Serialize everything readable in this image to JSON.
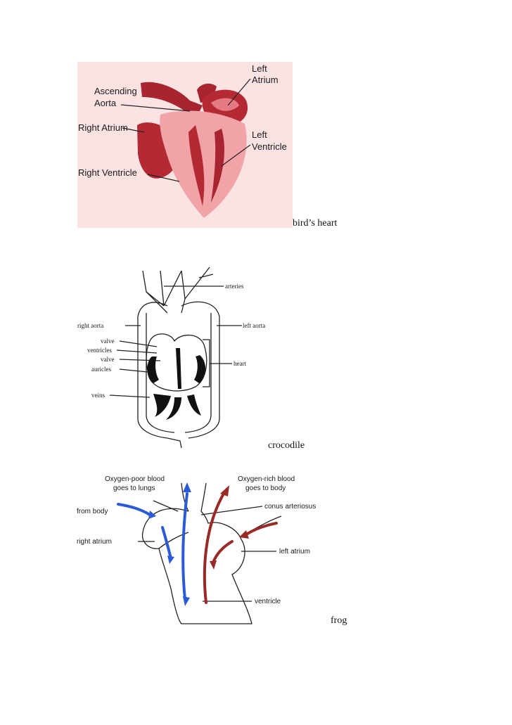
{
  "bird": {
    "caption": "bird’s heart",
    "labels": {
      "left_atrium_1": "Left",
      "left_atrium_2": "Atrium",
      "ascending_aorta_1": "Ascending",
      "ascending_aorta_2": "Aorta",
      "right_atrium": "Right Atrium",
      "left_ventricle_1": "Left",
      "left_ventricle_2": "Ventricle",
      "right_ventricle": "Right Ventricle"
    }
  },
  "crocodile": {
    "caption": "crocodile",
    "labels": {
      "arteries": "arteries",
      "right_aorta": "right aorta",
      "left_aorta": "left aorta",
      "valve_top": "valve",
      "ventricles": "ventricles",
      "valve_bottom": "valve",
      "auricles": "auricles",
      "heart": "heart",
      "veins": "veins"
    }
  },
  "frog": {
    "caption": "frog",
    "labels": {
      "oxygen_poor_1": "Oxygen-poor blood",
      "oxygen_poor_2": "goes to lungs",
      "oxygen_rich_1": "Oxygen-rich blood",
      "oxygen_rich_2": "goes to body",
      "conus": "conus arteriosus",
      "from_body": "from body",
      "right_atrium": "right atrium",
      "left_atrium": "left atrium",
      "ventricle": "ventricle"
    }
  },
  "colors": {
    "bird_bg": "#fbe3e3",
    "heart_dark": "#b32a35",
    "heart_light": "#f2a3a8",
    "blue_flow": "#2a5ad6",
    "red_flow": "#9a2a25"
  }
}
